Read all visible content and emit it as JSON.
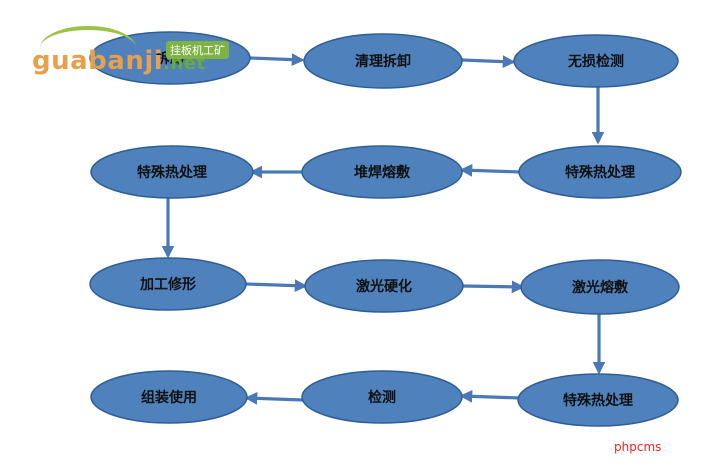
{
  "nodes": [
    "拆卸",
    "清理拆卸",
    "无损检测",
    "特殊热处理",
    "堆焊熔敷",
    "特殊热处理",
    "加工修形",
    "激光硬化",
    "激光熔敷",
    "特殊热处理",
    "检测",
    "组装使用"
  ],
  "watermark": {
    "text": "guabanji",
    "suffix": ".net",
    "tag": "挂板机工矿"
  },
  "credit": "phpcms",
  "colors": {
    "node_fill": "#4f81bd",
    "arrow": "#4a79b5",
    "credit": "#ff2020"
  }
}
